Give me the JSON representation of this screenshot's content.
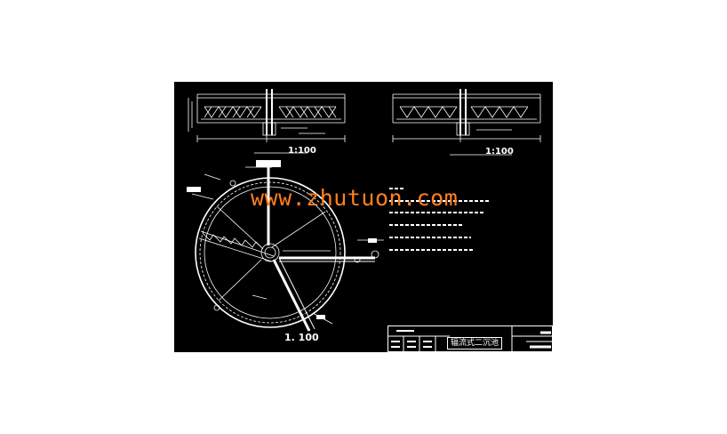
{
  "views": {
    "section_1": {
      "scale_label": "1:100"
    },
    "section_2": {
      "scale_label": "1:100"
    },
    "plan": {
      "scale_label": "1. 100"
    }
  },
  "watermark": "www.zhutuon.com",
  "title_block": {
    "drawing_name": "辐流式二沉池"
  },
  "colors": {
    "sheet_background": "#000000",
    "linework": "#ffffff",
    "watermark": "#ff7f1e",
    "page_background": "#ffffff"
  }
}
